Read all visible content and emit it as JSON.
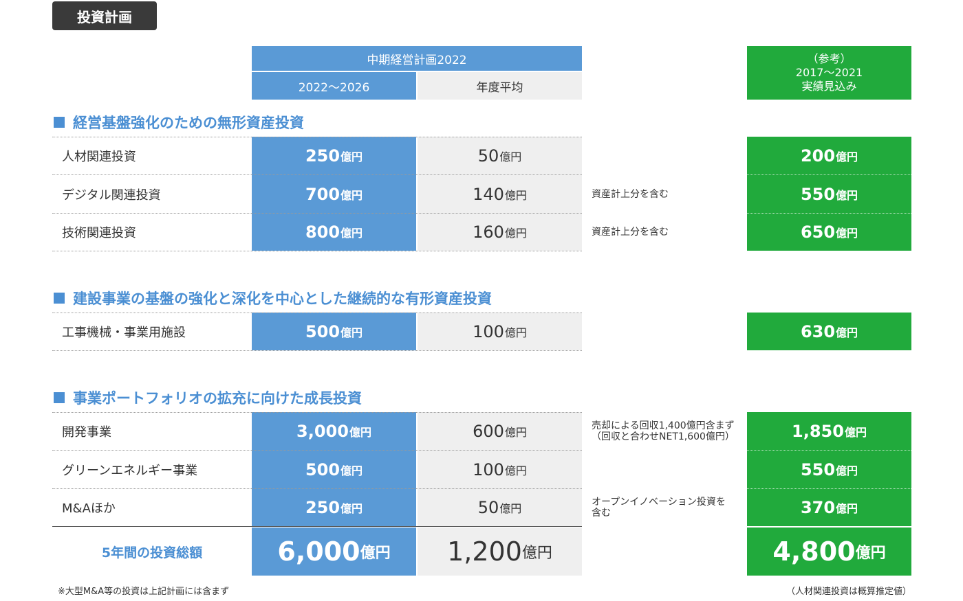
{
  "page_title": "投資計画",
  "headers": {
    "plan": "中期経営計画2022",
    "period": "2022〜2026",
    "annual_avg": "年度平均",
    "ref_line1": "（参考）",
    "ref_line2": "2017〜2021",
    "ref_line3": "実績見込み"
  },
  "unit": "億円",
  "sections": [
    {
      "title": "経営基盤強化のための無形資産投資",
      "rows": [
        {
          "label": "人材関連投資",
          "plan": "250",
          "avg": "50",
          "note": "",
          "ref": "200"
        },
        {
          "label": "デジタル関連投資",
          "plan": "700",
          "avg": "140",
          "note": "資産計上分を含む",
          "ref": "550"
        },
        {
          "label": "技術関連投資",
          "plan": "800",
          "avg": "160",
          "note": "資産計上分を含む",
          "ref": "650"
        }
      ]
    },
    {
      "title": "建設事業の基盤の強化と深化を中心とした継続的な有形資産投資",
      "rows": [
        {
          "label": "工事機械・事業用施設",
          "plan": "500",
          "avg": "100",
          "note": "",
          "ref": "630"
        }
      ]
    },
    {
      "title": "事業ポートフォリオの拡充に向けた成長投資",
      "rows": [
        {
          "label": "開発事業",
          "plan": "3,000",
          "avg": "600",
          "note_line1": "売却による回収1,400億円含まず",
          "note_line2": "（回収と合わせNET1,600億円）",
          "ref": "1,850"
        },
        {
          "label": "グリーンエネルギー事業",
          "plan": "500",
          "avg": "100",
          "note": "",
          "ref": "550"
        },
        {
          "label": "M&Aほか",
          "plan": "250",
          "avg": "50",
          "note_line1": "オープンイノベーション投資を",
          "note_line2": "含む",
          "ref": "370"
        }
      ]
    }
  ],
  "total": {
    "label": "5年間の投資総額",
    "plan": "6,000",
    "avg": "1,200",
    "ref": "4,800"
  },
  "footnote_left": "※大型M&A等の投資は上記計画には含まず",
  "footnote_right": "（人材関連投資は概算推定値）",
  "colors": {
    "blue": "#5a9ad6",
    "gray": "#efefef",
    "green": "#21aa3c",
    "title_blue": "#4b8fd3",
    "badge": "#3a3a3a"
  }
}
